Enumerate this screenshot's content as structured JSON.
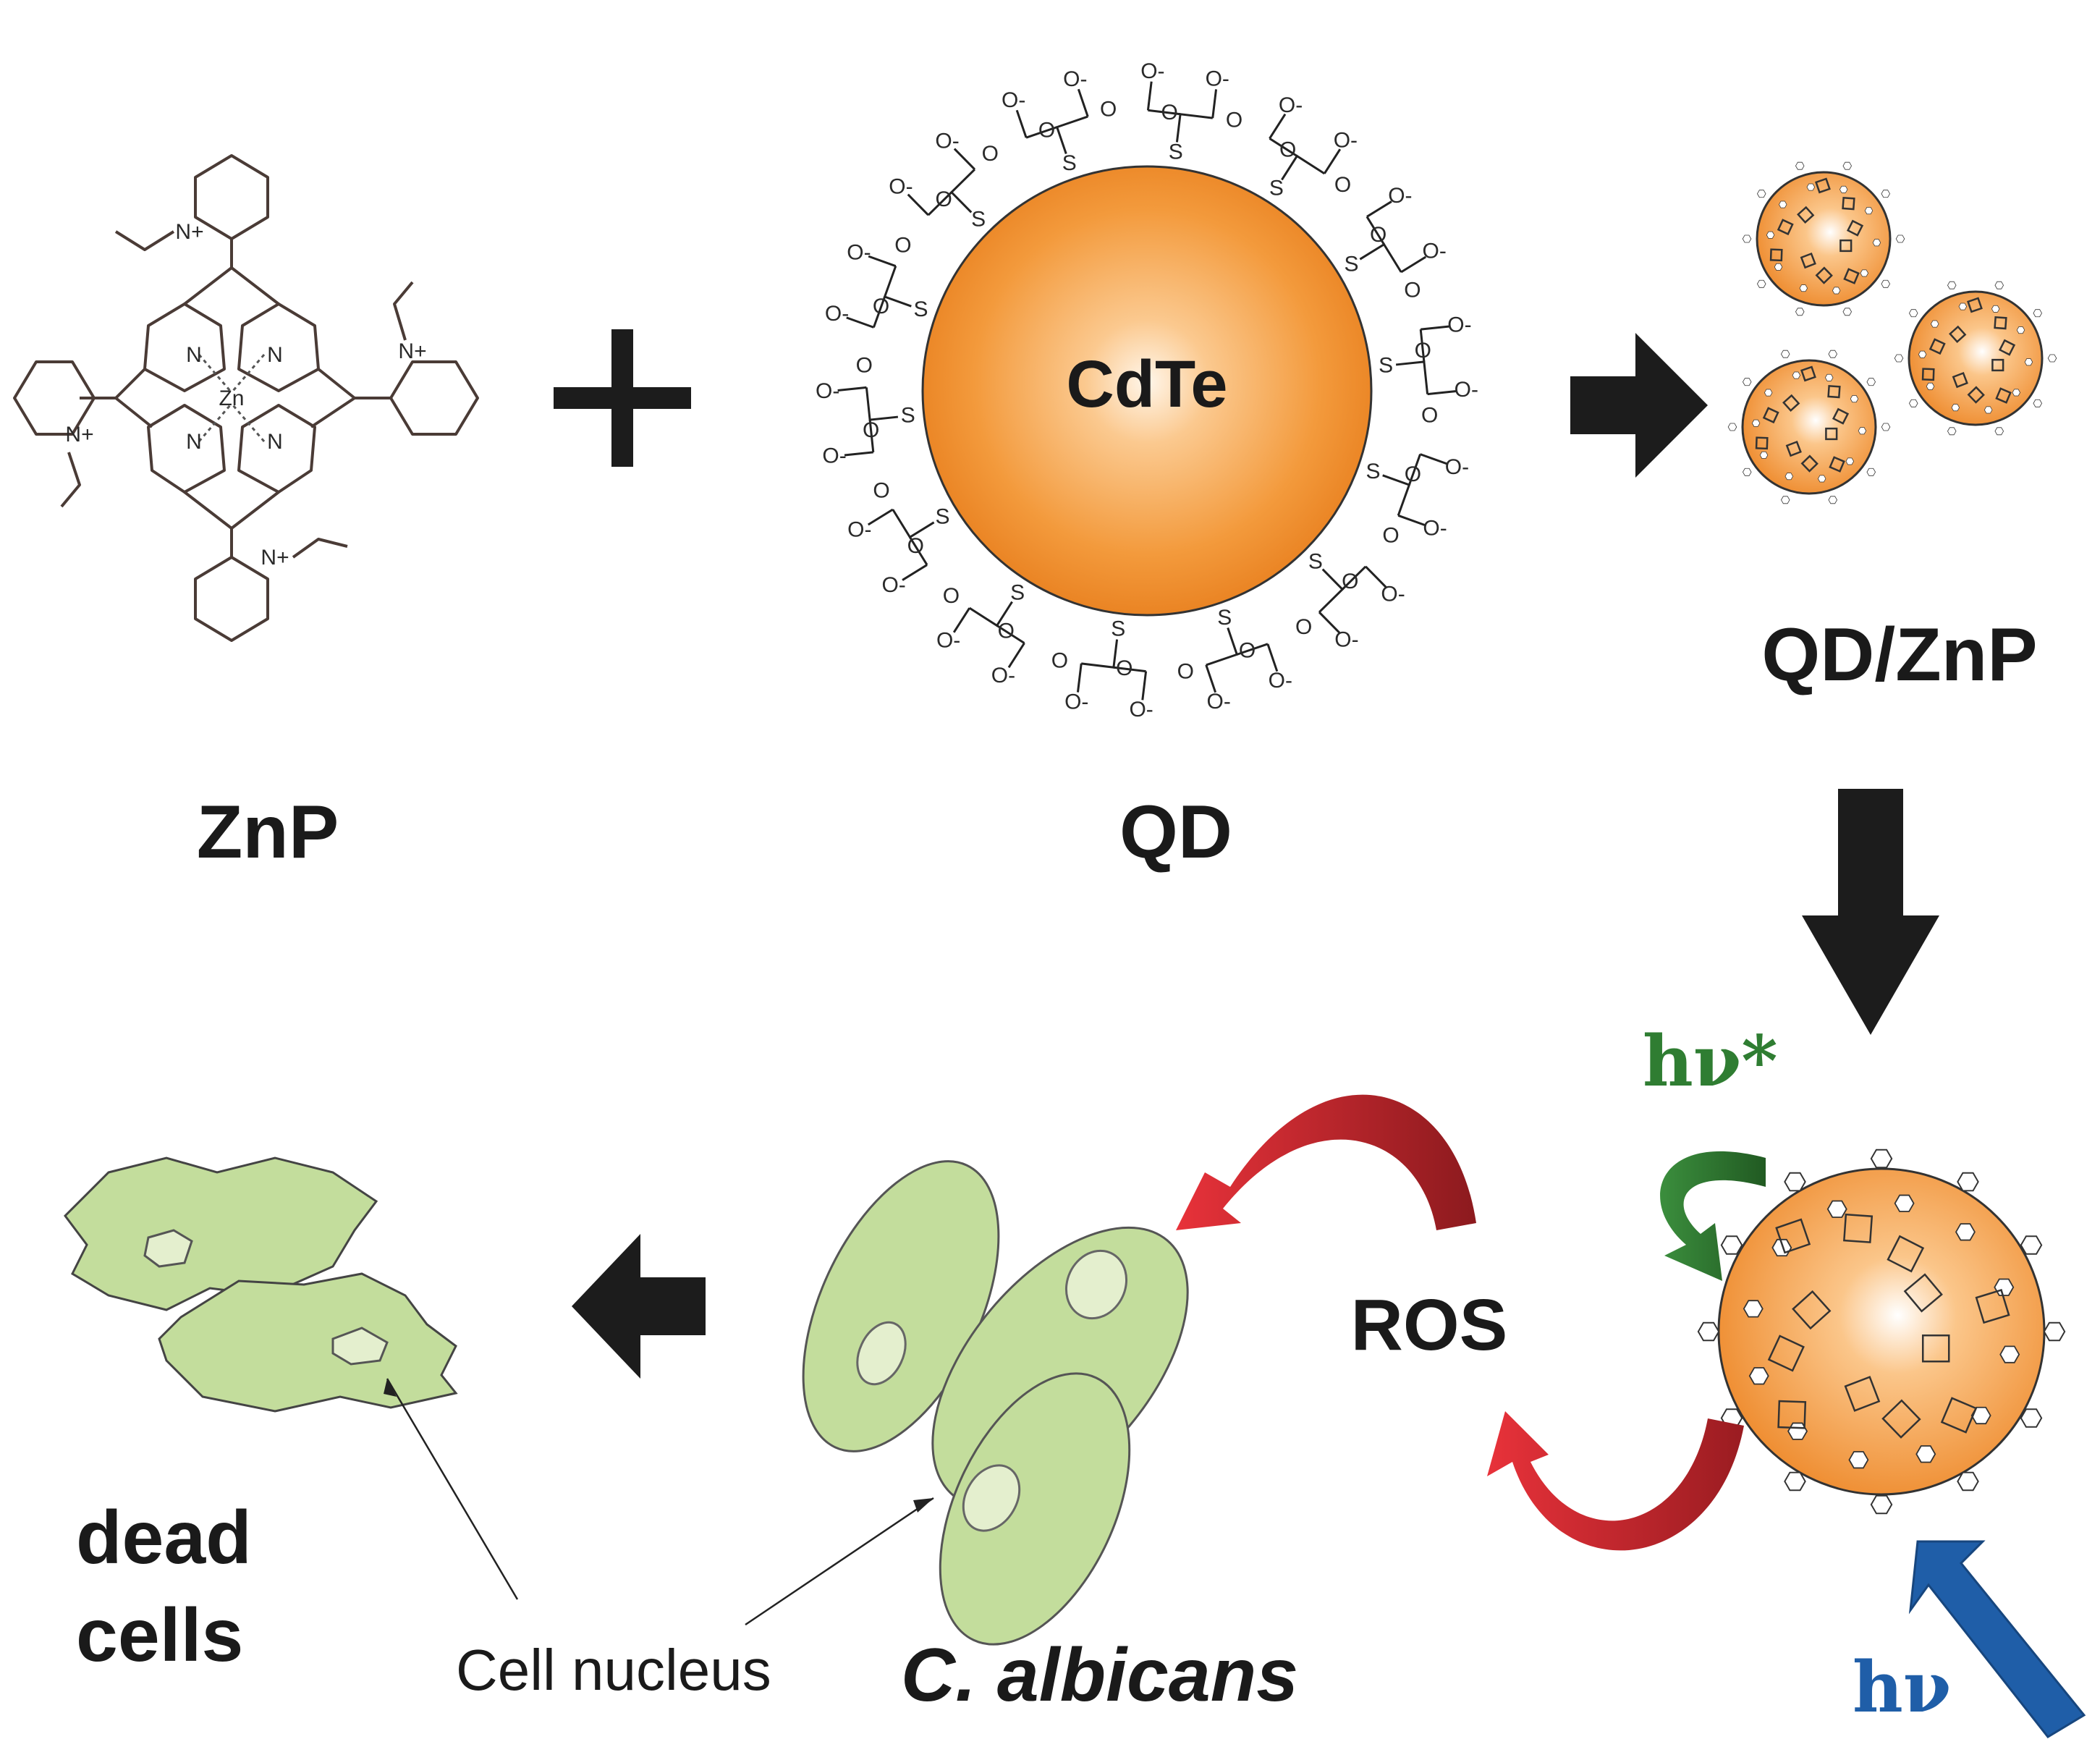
{
  "labels": {
    "znp": "ZnP",
    "qd": "QD",
    "cdte": "CdTe",
    "qd_znp": "QD/ZnP",
    "ros": "ROS",
    "hv_star": "hν*",
    "hv": "hν",
    "dead_cells_line1": "dead",
    "dead_cells_line2": "cells",
    "cell_nucleus": "Cell nucleus",
    "c_albicans": "C. albicans"
  },
  "chem": {
    "zn": "Zn",
    "n": "N",
    "n_plus": "N+",
    "s": "S",
    "o": "O",
    "o_minus": "O-"
  },
  "colors": {
    "qd_orange": "#f39a3c",
    "cell_green": "#c3dd9c",
    "ros_arrow_red": "#d8262a",
    "hv_star_green": "#2f7d32",
    "hv_blue": "#1f5ea8",
    "arrow_black": "#1c1c1c"
  }
}
